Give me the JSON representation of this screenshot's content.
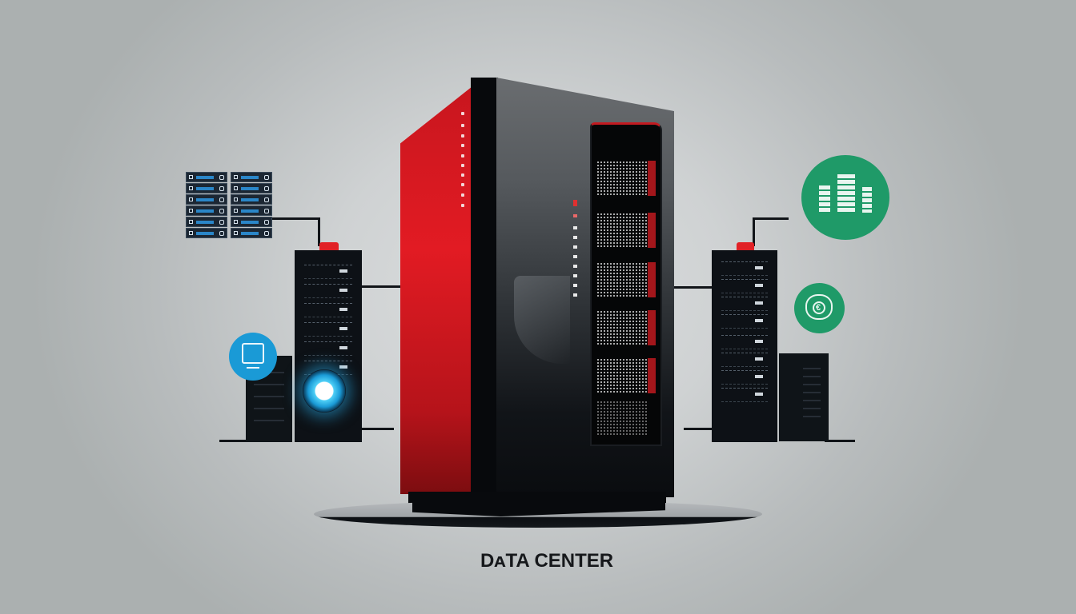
{
  "illustration": {
    "caption": "DATA CENTER",
    "caption_rendered": "DᴀTA CENTER",
    "colors": {
      "background": "#abb0b0",
      "cabinet_red": "#e21b23",
      "cabinet_black": "#0a0c0f",
      "accent_blue": "#1a9ad6",
      "accent_green": "#1f9a68",
      "panel_bar_blue": "#2a86c8"
    },
    "elements": {
      "main_cabinet": "server-cabinet",
      "left_rack": "server-rack-left",
      "right_rack": "server-rack-right",
      "left_small_tower": "tower-server-left",
      "right_small_tower": "tower-server-right",
      "control_panel_grid": {
        "rows": 6,
        "columns": 2
      },
      "icons": [
        "network-globe-icon",
        "monitor-badge-icon",
        "building-chart-icon",
        "euro-cloud-icon"
      ]
    }
  }
}
